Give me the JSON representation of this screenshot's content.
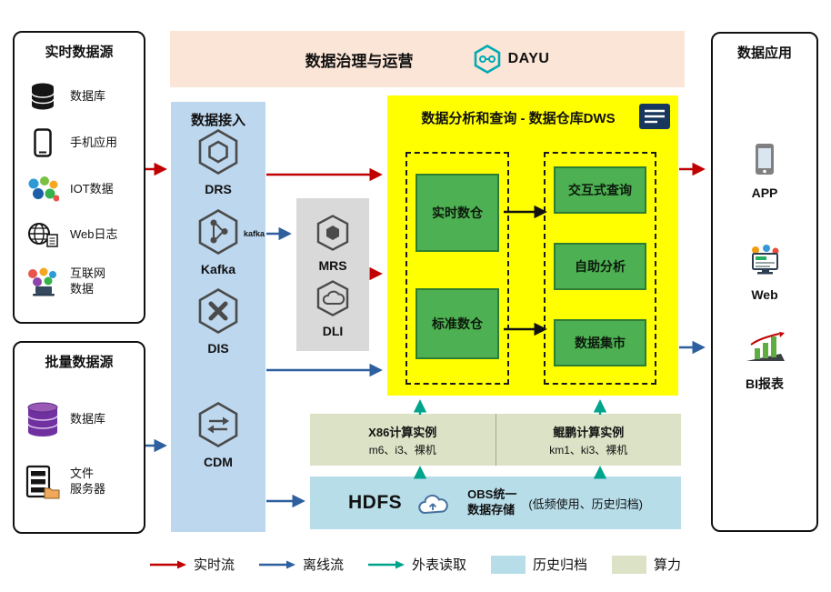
{
  "banner": {
    "title": "数据治理与运营",
    "logo_text": "DAYU"
  },
  "realtime_sources": {
    "title": "实时数据源",
    "items": [
      {
        "icon": "database-icon",
        "label": "数据库"
      },
      {
        "icon": "mobile-phone-icon",
        "label": "手机应用"
      },
      {
        "icon": "iot-icon",
        "label": "IOT数据"
      },
      {
        "icon": "web-log-icon",
        "label": "Web日志"
      },
      {
        "icon": "internet-data-icon",
        "label": "互联网",
        "label2": "数据"
      }
    ]
  },
  "batch_sources": {
    "title": "批量数据源",
    "items": [
      {
        "icon": "database-stack-icon",
        "label": "数据库"
      },
      {
        "icon": "file-server-icon",
        "label": "文件",
        "label2": "服务器"
      }
    ]
  },
  "ingestion": {
    "title": "数据接入",
    "kafka_wordmark": "kafka",
    "items": [
      {
        "icon": "drs-icon",
        "label": "DRS"
      },
      {
        "icon": "kafka-icon",
        "label": "Kafka"
      },
      {
        "icon": "dis-icon",
        "label": "DIS"
      },
      {
        "icon": "cdm-icon",
        "label": "CDM"
      }
    ]
  },
  "analytics_services": {
    "items": [
      {
        "icon": "mrs-icon",
        "label": "MRS"
      },
      {
        "icon": "dli-icon",
        "label": "DLI"
      }
    ]
  },
  "dws": {
    "title": "数据分析和查询 - 数据仓库DWS",
    "warehouses": [
      {
        "label": "实时数仓"
      },
      {
        "label": "标准数仓"
      }
    ],
    "services": [
      {
        "label": "交互式查询"
      },
      {
        "label": "自助分析"
      },
      {
        "label": "数据集市"
      }
    ]
  },
  "compute": {
    "x86_title": "X86计算实例",
    "x86_detail": "m6、i3、裸机",
    "kunpeng_title": "鲲鹏计算实例",
    "kunpeng_detail": "km1、ki3、裸机"
  },
  "storage": {
    "hdfs_label": "HDFS",
    "obs_line1": "OBS统一",
    "obs_line2": "数据存储",
    "note": "(低频使用、历史归档)"
  },
  "applications": {
    "title": "数据应用",
    "items": [
      {
        "icon": "app-phone-icon",
        "label": "APP"
      },
      {
        "icon": "web-browser-icon",
        "label": "Web"
      },
      {
        "icon": "bi-report-icon",
        "label": "BI报表"
      }
    ]
  },
  "legend": {
    "realtime": "实时流",
    "offline": "离线流",
    "external": "外表读取",
    "archive": "历史归档",
    "compute": "算力"
  },
  "colors": {
    "realtime_flow": "#c00000",
    "offline_flow": "#2e5f9e",
    "external_read": "#00a38c",
    "archive_fill": "#b7dde9",
    "compute_fill": "#dbe2c5",
    "dws_yellow": "#ffff00",
    "ingest_blue": "#bdd7ee",
    "banner_peach": "#fbe5d6",
    "gray_fill": "#d9d9d9",
    "warehouse_green": "#4db052",
    "warehouse_green_border": "#2e7d32"
  }
}
